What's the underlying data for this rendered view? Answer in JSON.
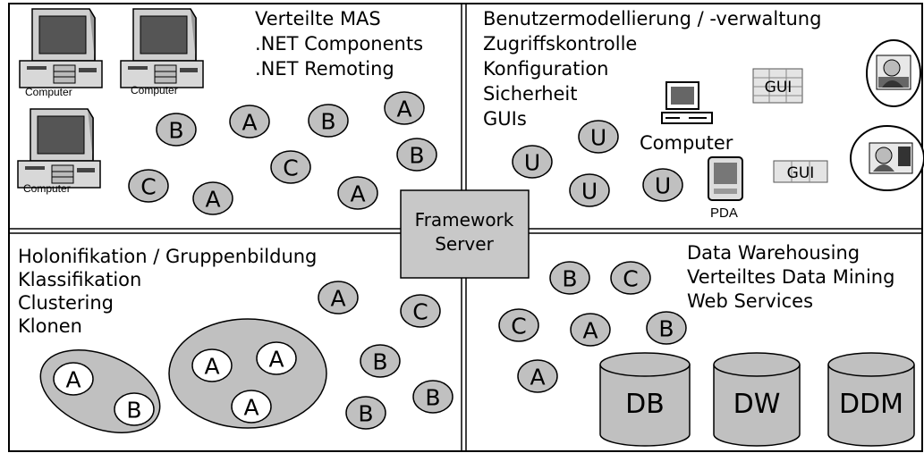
{
  "center": {
    "label_line1": "Framework",
    "label_line2": "Server"
  },
  "quadrant_top_left": {
    "title_lines": [
      "Verteilte MAS",
      ".NET Components",
      ".NET Remoting"
    ],
    "computer_labels": [
      "Computer",
      "Computer",
      "Computer"
    ],
    "agents": [
      "B",
      "A",
      "B",
      "A",
      "B",
      "C",
      "A",
      "C",
      "A"
    ]
  },
  "quadrant_top_right": {
    "title_lines": [
      "Benutzermodellierung / -verwaltung",
      "Zugriffskontrolle",
      "Konfiguration",
      "Sicherheit",
      "GUIs"
    ],
    "computer_label": "Computer",
    "pda_label": "PDA",
    "gui_labels": [
      "GUI",
      "GUI"
    ],
    "agents": [
      "U",
      "U",
      "U",
      "U"
    ]
  },
  "quadrant_bottom_left": {
    "title_lines": [
      "Holonifikation / Gruppenbildung",
      "Klassifikation",
      "Clustering",
      "Klonen"
    ],
    "group1_agents": [
      "A",
      "B"
    ],
    "group2_agents": [
      "A",
      "A",
      "A"
    ],
    "agents": [
      "A",
      "C",
      "B",
      "B",
      "B"
    ]
  },
  "quadrant_bottom_right": {
    "title_lines": [
      "Data Warehousing",
      "Verteiltes Data Mining",
      "Web Services"
    ],
    "agents": [
      "B",
      "C",
      "C",
      "A",
      "B",
      "A"
    ],
    "databases": [
      "DB",
      "DW",
      "DDM"
    ]
  },
  "colors": {
    "agent_fill": "#c0c0c0",
    "panel_fill": "#c8c8c8",
    "line": "#000000"
  }
}
